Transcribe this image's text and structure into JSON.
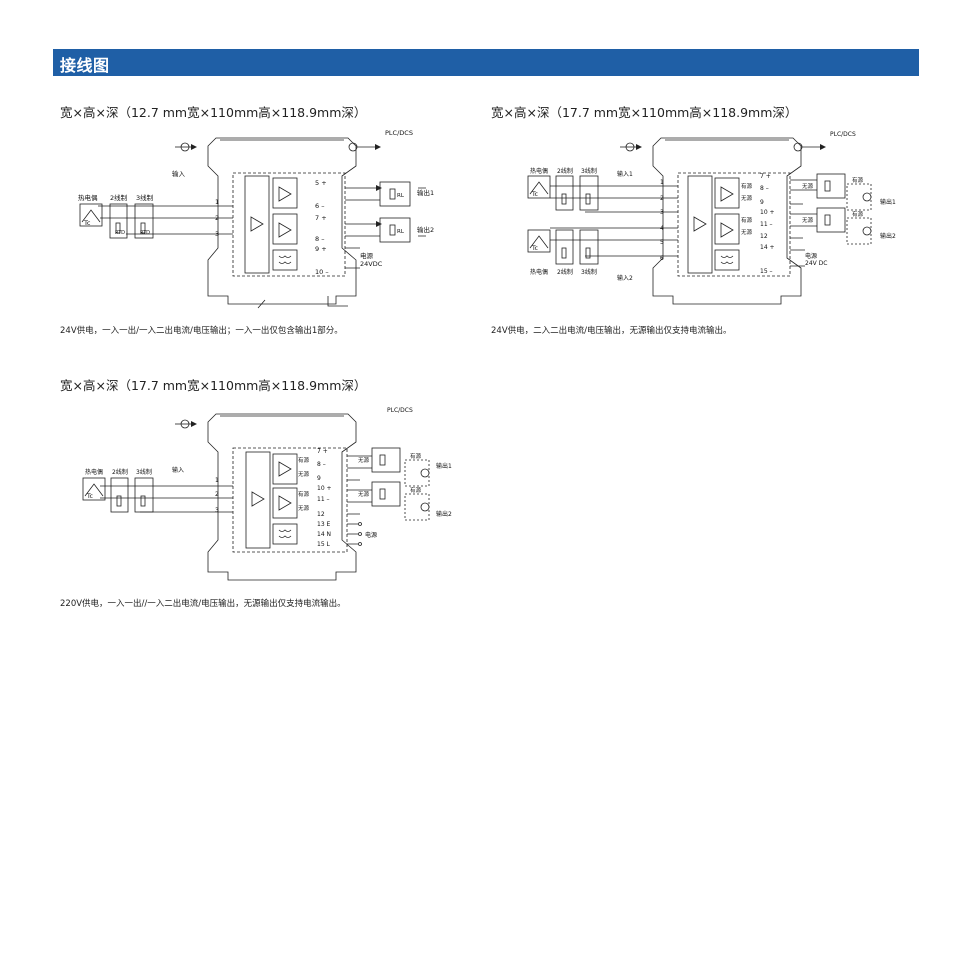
{
  "section_title": "接线图",
  "plc_label": "PLC/DCS",
  "tc_label": "Tc",
  "rtd_label": "RTD",
  "sensor_labels": {
    "thermocouple": "热电偶",
    "two_wire": "2线制",
    "three_wire": "3线制"
  },
  "rl_label": "RL",
  "diagrams": [
    {
      "title": "宽×高×深（12.7 mm宽×110mm高×118.9mm深）",
      "caption": "24V供电，一入一出/一入二出电流/电压输出；一入一出仅包含输出1部分。",
      "input_label": "输入",
      "input_terminals": [
        "1",
        "2",
        "3"
      ],
      "output_terminals": [
        "5 +",
        "6 –",
        "7 +",
        "8 –",
        "9 +",
        "10 –"
      ],
      "outputs": [
        "输出1",
        "输出2"
      ],
      "power_label": "电源",
      "power_voltage": "24VDC"
    },
    {
      "title": "宽×高×深（17.7 mm宽×110mm高×118.9mm深）",
      "caption": "24V供电，二入二出电流/电压输出，无源输出仅支持电流输出。",
      "input_labels": [
        "输入1",
        "输入2"
      ],
      "input_terminals": [
        "1",
        "2",
        "3",
        "4",
        "5",
        "6"
      ],
      "output_terminals": [
        "7 +",
        "8 –",
        "9",
        "10 +",
        "11 –",
        "12",
        "14 +",
        "15 –"
      ],
      "mode_labels": [
        "有源",
        "无源",
        "有源",
        "无源"
      ],
      "passive_label": "无源",
      "active_label": "有源",
      "outputs": [
        "输出1",
        "输出2"
      ],
      "power_label": "电源",
      "power_voltage": "24V DC"
    },
    {
      "title": "宽×高×深（17.7 mm宽×110mm高×118.9mm深）",
      "caption": "220V供电，一入一出//一入二出电流/电压输出，无源输出仅支持电流输出。",
      "input_label": "输入",
      "input_terminals": [
        "1",
        "2",
        "3"
      ],
      "output_terminals": [
        "7 +",
        "8 –",
        "9",
        "10 +",
        "11 –",
        "12",
        "13 E",
        "14 N",
        "15 L"
      ],
      "mode_labels": [
        "有源",
        "无源",
        "有源",
        "无源"
      ],
      "passive_label": "无源",
      "active_label": "有源",
      "outputs": [
        "输出1",
        "输出2"
      ],
      "power_label": "电源"
    }
  ]
}
